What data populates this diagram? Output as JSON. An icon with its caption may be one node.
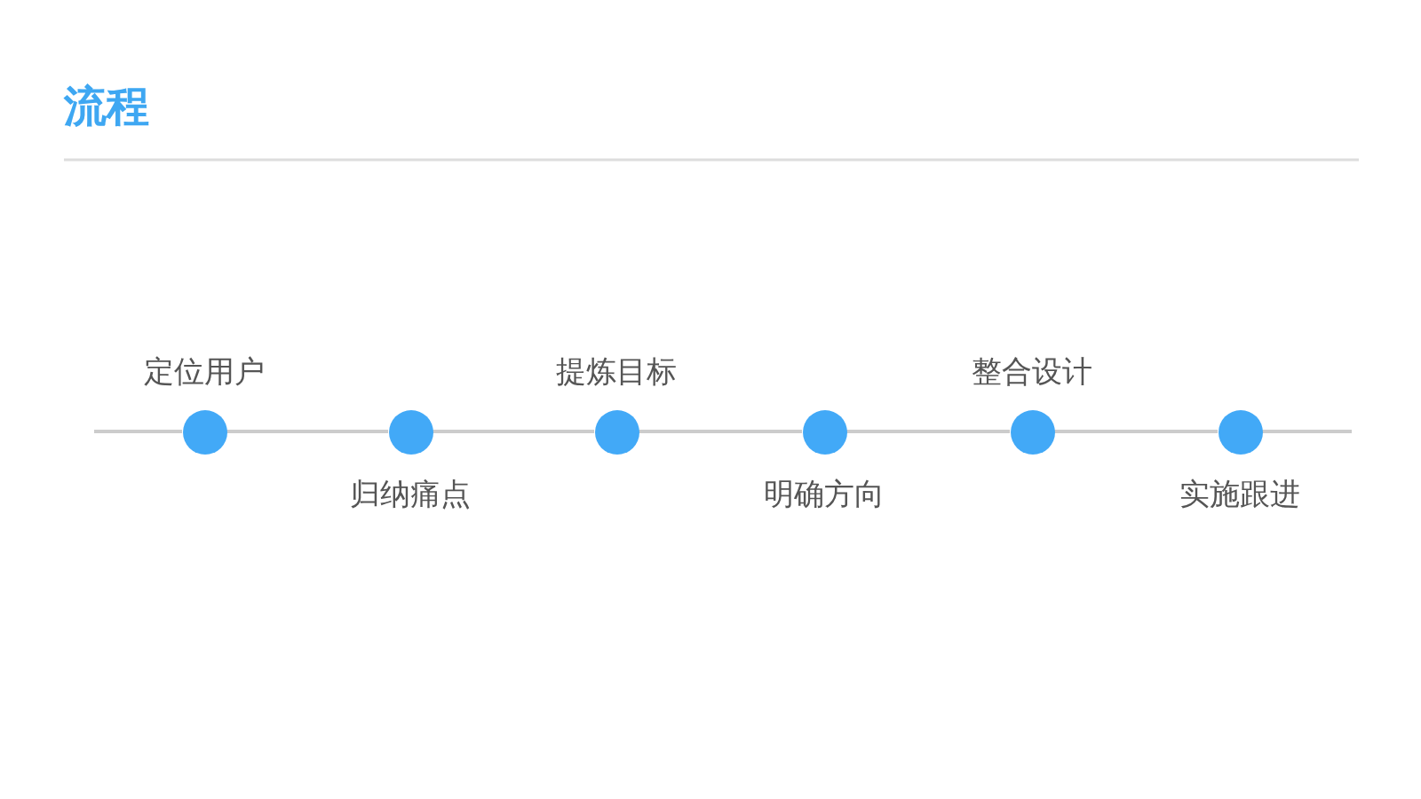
{
  "diagram": {
    "title": "流程",
    "nodes": [
      {
        "text": [],
        "shape": "circle",
        "beside": [
          "定位用户"
        ]
      },
      {
        "text": [],
        "shape": "circle",
        "beside": [
          "归纳痛点"
        ]
      },
      {
        "text": [],
        "shape": "circle",
        "beside": [
          "提炼目标"
        ]
      },
      {
        "text": [],
        "shape": "circle",
        "beside": [
          "明确方向"
        ]
      },
      {
        "text": [],
        "shape": "circle",
        "beside": [
          "整合设计"
        ]
      },
      {
        "text": [],
        "shape": "circle",
        "beside": [
          "实施跟进"
        ]
      }
    ],
    "edges": [
      {
        "from": null,
        "to": 0,
        "arrow": "none"
      },
      {
        "from": 0,
        "to": 1,
        "arrow": "none"
      },
      {
        "from": 1,
        "to": 2,
        "arrow": "none"
      },
      {
        "from": 2,
        "to": 3,
        "arrow": "none"
      },
      {
        "from": 3,
        "to": 4,
        "arrow": "none"
      },
      {
        "from": 4,
        "to": 5,
        "arrow": "none"
      },
      {
        "from": 5,
        "to": null,
        "arrow": "none"
      }
    ]
  }
}
